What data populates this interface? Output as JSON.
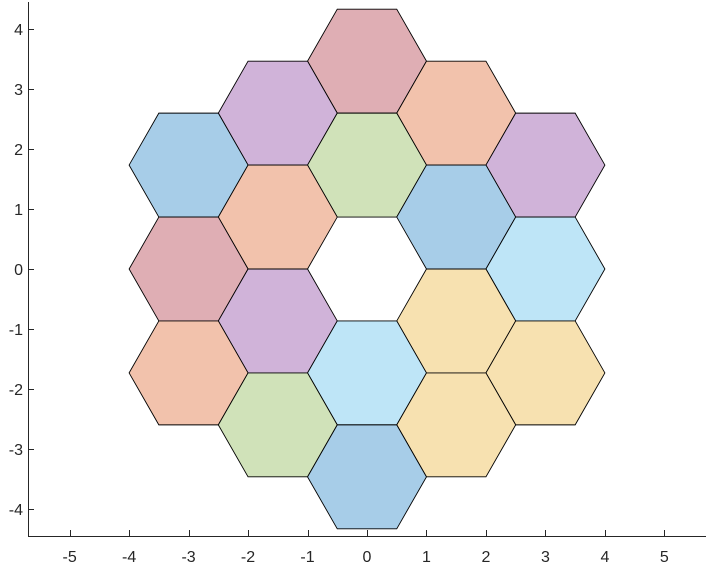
{
  "chart_data": {
    "type": "hexagon-tiling",
    "title": "",
    "xlabel": "",
    "ylabel": "",
    "xlim": [
      -5.7,
      5.7
    ],
    "ylim": [
      -4.45,
      4.45
    ],
    "grid": false,
    "hexagon_radius": 1,
    "x_ticks": [
      -5,
      -4,
      -3,
      -2,
      -1,
      0,
      1,
      2,
      3,
      4,
      5
    ],
    "y_ticks": [
      -4,
      -3,
      -2,
      -1,
      0,
      1,
      2,
      3,
      4
    ],
    "x_tick_labels": [
      "-5",
      "-4",
      "-3",
      "-2",
      "-1",
      "0",
      "1",
      "2",
      "3",
      "4",
      "5"
    ],
    "y_tick_labels": [
      "-4",
      "-3",
      "-2",
      "-1",
      "0",
      "1",
      "2",
      "3",
      "4"
    ],
    "hexagons": [
      {
        "x": 0,
        "y": 3.464,
        "color": "#DFAEB4"
      },
      {
        "x": -1.5,
        "y": 2.598,
        "color": "#D0B3D9"
      },
      {
        "x": 1.5,
        "y": 2.598,
        "color": "#F2C2AC"
      },
      {
        "x": -3,
        "y": 1.732,
        "color": "#A7CDE8"
      },
      {
        "x": 0,
        "y": 1.732,
        "color": "#D0E2B9"
      },
      {
        "x": 3,
        "y": 1.732,
        "color": "#D0B3D9"
      },
      {
        "x": -1.5,
        "y": 0.866,
        "color": "#F2C2AC"
      },
      {
        "x": 1.5,
        "y": 0.866,
        "color": "#A7CDE8"
      },
      {
        "x": -3,
        "y": 0,
        "color": "#DFAEB4"
      },
      {
        "x": 3,
        "y": 0,
        "color": "#BEE5F7"
      },
      {
        "x": -1.5,
        "y": -0.866,
        "color": "#D0B3D9"
      },
      {
        "x": 1.5,
        "y": -0.866,
        "color": "#F7E1B0"
      },
      {
        "x": -3,
        "y": -1.732,
        "color": "#F2C2AC"
      },
      {
        "x": 0,
        "y": -1.732,
        "color": "#BEE5F7"
      },
      {
        "x": 3,
        "y": -1.732,
        "color": "#F7E1B0"
      },
      {
        "x": -1.5,
        "y": -2.598,
        "color": "#D0E2B9"
      },
      {
        "x": 1.5,
        "y": -2.598,
        "color": "#F7E1B0"
      },
      {
        "x": 0,
        "y": -3.464,
        "color": "#A7CDE8"
      }
    ]
  }
}
